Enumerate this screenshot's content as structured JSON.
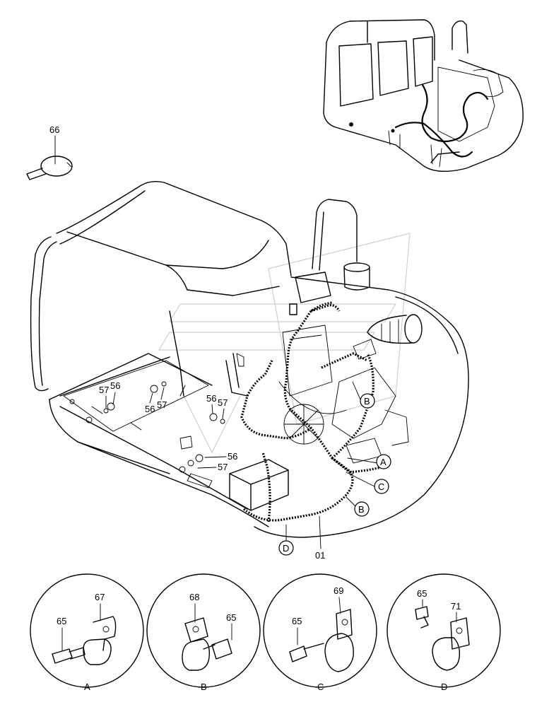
{
  "diagram": {
    "labels": {
      "p66": "66",
      "p01": "01",
      "p56a": "56",
      "p57a": "57",
      "p56b": "56",
      "p57b": "57",
      "p56c": "56",
      "p57c": "57",
      "p56d": "56",
      "p57d": "57"
    },
    "callouts": {
      "A": "A",
      "B1": "B",
      "C": "C",
      "B2": "B",
      "D": "D"
    },
    "details": [
      {
        "letter": "A",
        "bolt": "65",
        "clamp": "67"
      },
      {
        "letter": "B",
        "bolt": "65",
        "clamp": "68"
      },
      {
        "letter": "C",
        "bolt": "65",
        "clamp": "69"
      },
      {
        "letter": "D",
        "bolt": "65",
        "clamp": "71"
      }
    ]
  }
}
